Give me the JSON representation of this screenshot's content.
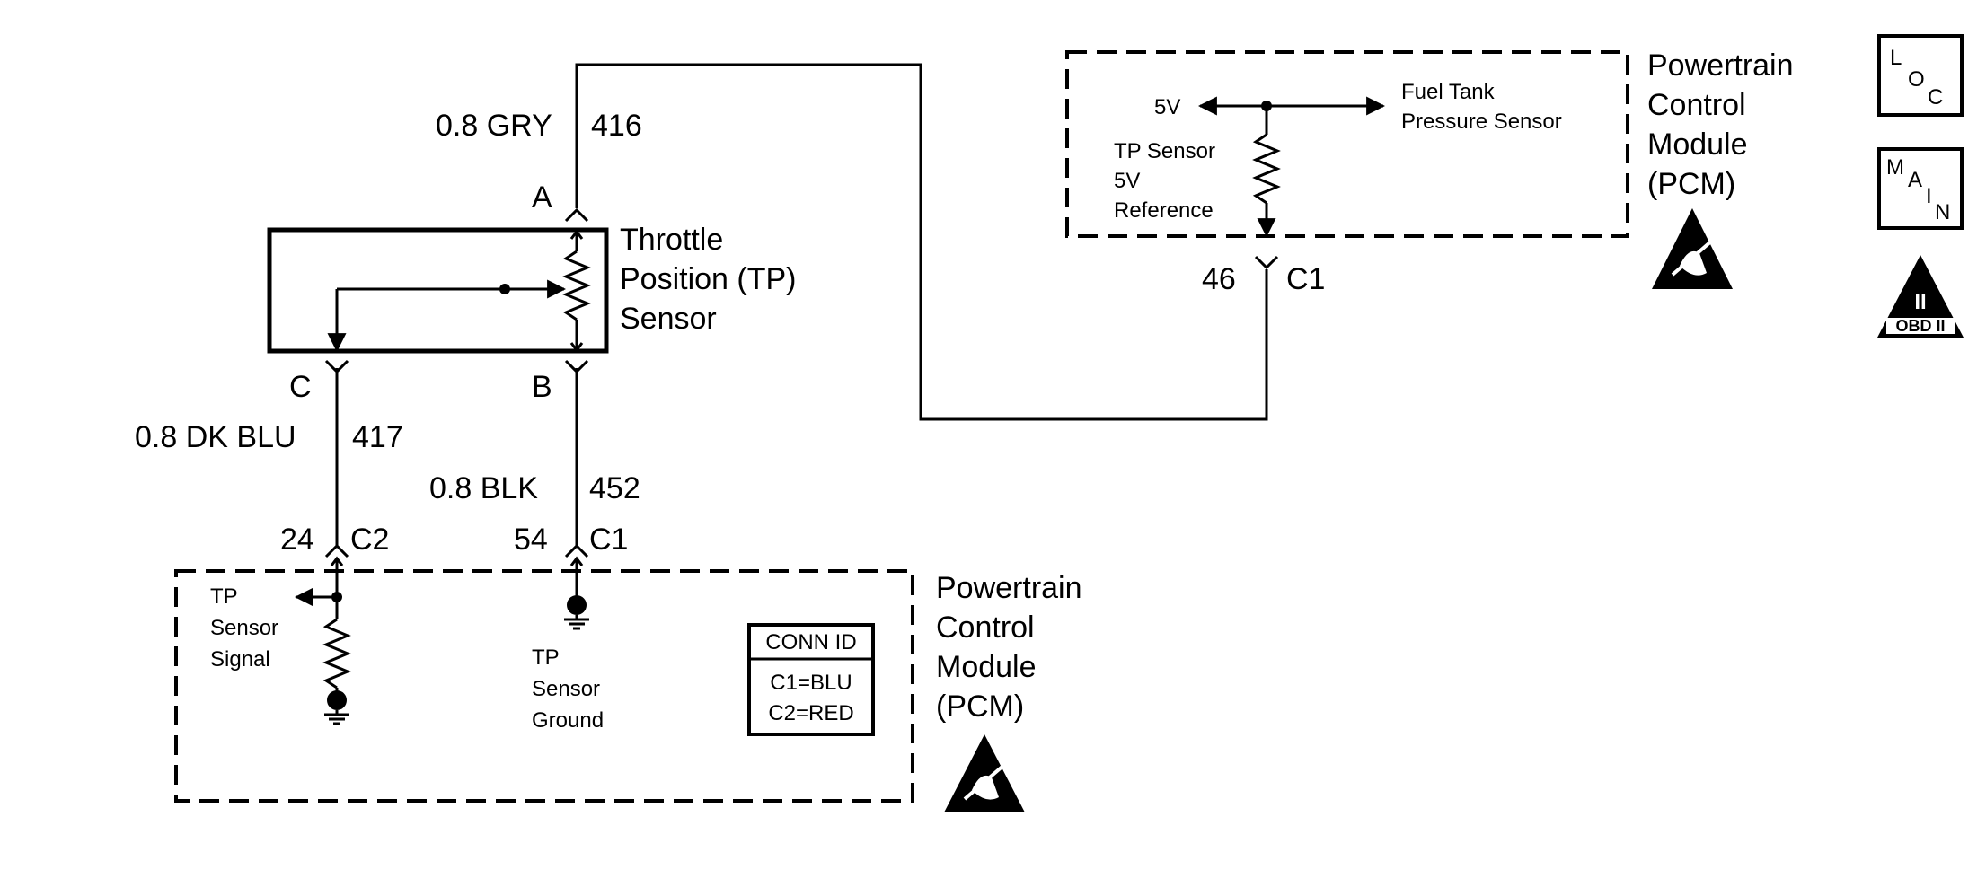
{
  "wires": {
    "gry": {
      "gauge_color": "0.8 GRY",
      "circuit": "416"
    },
    "dkblu": {
      "gauge_color": "0.8 DK BLU",
      "circuit": "417"
    },
    "blk": {
      "gauge_color": "0.8 BLK",
      "circuit": "452"
    }
  },
  "sensor": {
    "name_lines": [
      "Throttle",
      "Position (TP)",
      "Sensor"
    ],
    "pins": {
      "a": "A",
      "b": "B",
      "c": "C"
    }
  },
  "connectors": {
    "pcm_left_c2": {
      "pin": "24",
      "connector": "C2"
    },
    "pcm_left_c1": {
      "pin": "54",
      "connector": "C1"
    },
    "pcm_right_c1": {
      "pin": "46",
      "connector": "C1"
    }
  },
  "pcm_left": {
    "title_lines": [
      "Powertrain",
      "Control",
      "Module",
      "(PCM)"
    ],
    "signal_lines": [
      "TP",
      "Sensor",
      "Signal"
    ],
    "ground_lines": [
      "TP",
      "Sensor",
      "Ground"
    ],
    "conn_id": {
      "header": "CONN ID",
      "rows": [
        "C1=BLU",
        "C2=RED"
      ]
    }
  },
  "pcm_right": {
    "title_lines": [
      "Powertrain",
      "Control",
      "Module",
      "(PCM)"
    ],
    "five_v": "5V",
    "fuel_tank_lines": [
      "Fuel Tank",
      "Pressure Sensor"
    ],
    "reference_lines": [
      "TP Sensor",
      "5V",
      "Reference"
    ]
  },
  "badges": {
    "loc": {
      "l": "L",
      "o": "O",
      "c": "C"
    },
    "main": {
      "m": "M",
      "a": "A",
      "i": "I",
      "n": "N"
    },
    "obd": {
      "roman": "II",
      "label": "OBD II"
    }
  }
}
